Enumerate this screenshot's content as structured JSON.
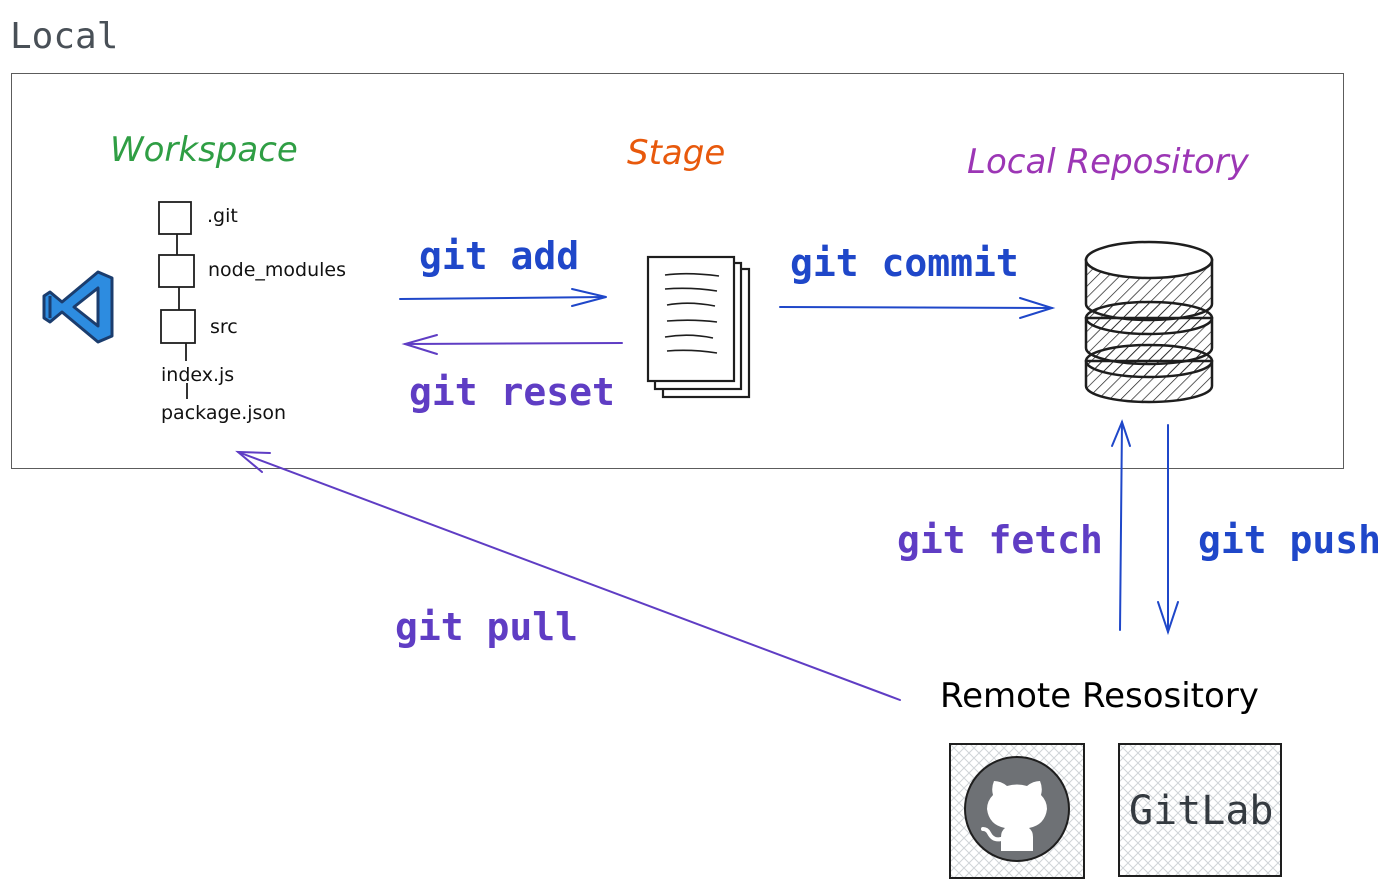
{
  "local": {
    "title": "Local"
  },
  "workspace": {
    "title": "Workspace",
    "files": [
      ".git",
      "node_modules",
      "src",
      "index.js",
      "package.json"
    ]
  },
  "stage": {
    "title": "Stage"
  },
  "local_repo": {
    "title": "Local Repository"
  },
  "remote": {
    "title": "Remote Resository",
    "gitlab_label": "GitLab"
  },
  "commands": {
    "add": "git add",
    "reset": "git reset",
    "commit": "git commit",
    "fetch": "git fetch",
    "push": "git push",
    "pull": "git pull"
  },
  "icons": [
    "vscode-icon",
    "documents-icon",
    "database-icon",
    "github-icon"
  ],
  "colors": {
    "workspace": "#2f9e44",
    "stage": "#e8590c",
    "local_repo": "#9c36b5",
    "blue_arrow": "#1f47c9",
    "purple_arrow": "#5f3dc4"
  }
}
